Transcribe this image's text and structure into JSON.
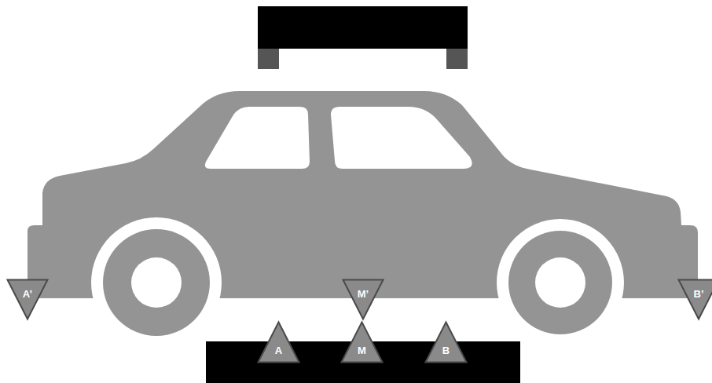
{
  "diagram": {
    "nodes": [
      {
        "text": [
          "A’"
        ]
      },
      {
        "text": [
          "M’"
        ]
      },
      {
        "text": [
          "B’"
        ]
      },
      {
        "text": [
          "A"
        ]
      },
      {
        "text": [
          "M"
        ]
      },
      {
        "text": [
          "B"
        ]
      }
    ]
  }
}
